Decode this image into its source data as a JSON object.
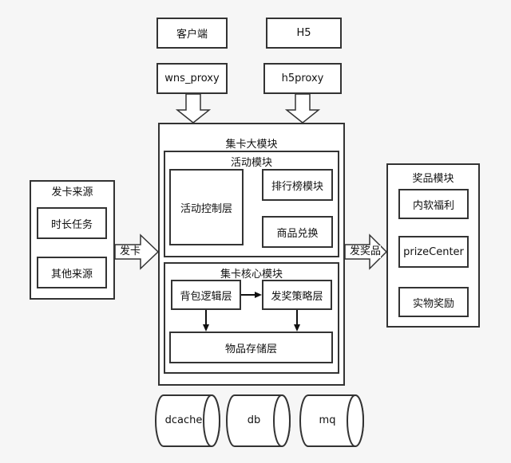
{
  "top": {
    "client": "客户端",
    "h5": "H5",
    "wns_proxy": "wns_proxy",
    "h5proxy": "h5proxy"
  },
  "main": {
    "title": "集卡大模块",
    "activity": {
      "title": "活动模块",
      "control": "活动控制层",
      "ranking": "排行榜模块",
      "exchange": "商品兑换"
    },
    "core": {
      "title": "集卡核心模块",
      "backpack": "背包逻辑层",
      "strategy": "发奖策略层",
      "storage": "物品存储层"
    }
  },
  "left": {
    "title": "发卡来源",
    "items": [
      "时长任务",
      "其他来源"
    ],
    "arrow_label": "发卡"
  },
  "right": {
    "title": "奖品模块",
    "items": [
      "内软福利",
      "prizeCenter",
      "实物奖励"
    ],
    "arrow_label": "发奖品"
  },
  "storage": [
    "dcache",
    "db",
    "mq"
  ]
}
